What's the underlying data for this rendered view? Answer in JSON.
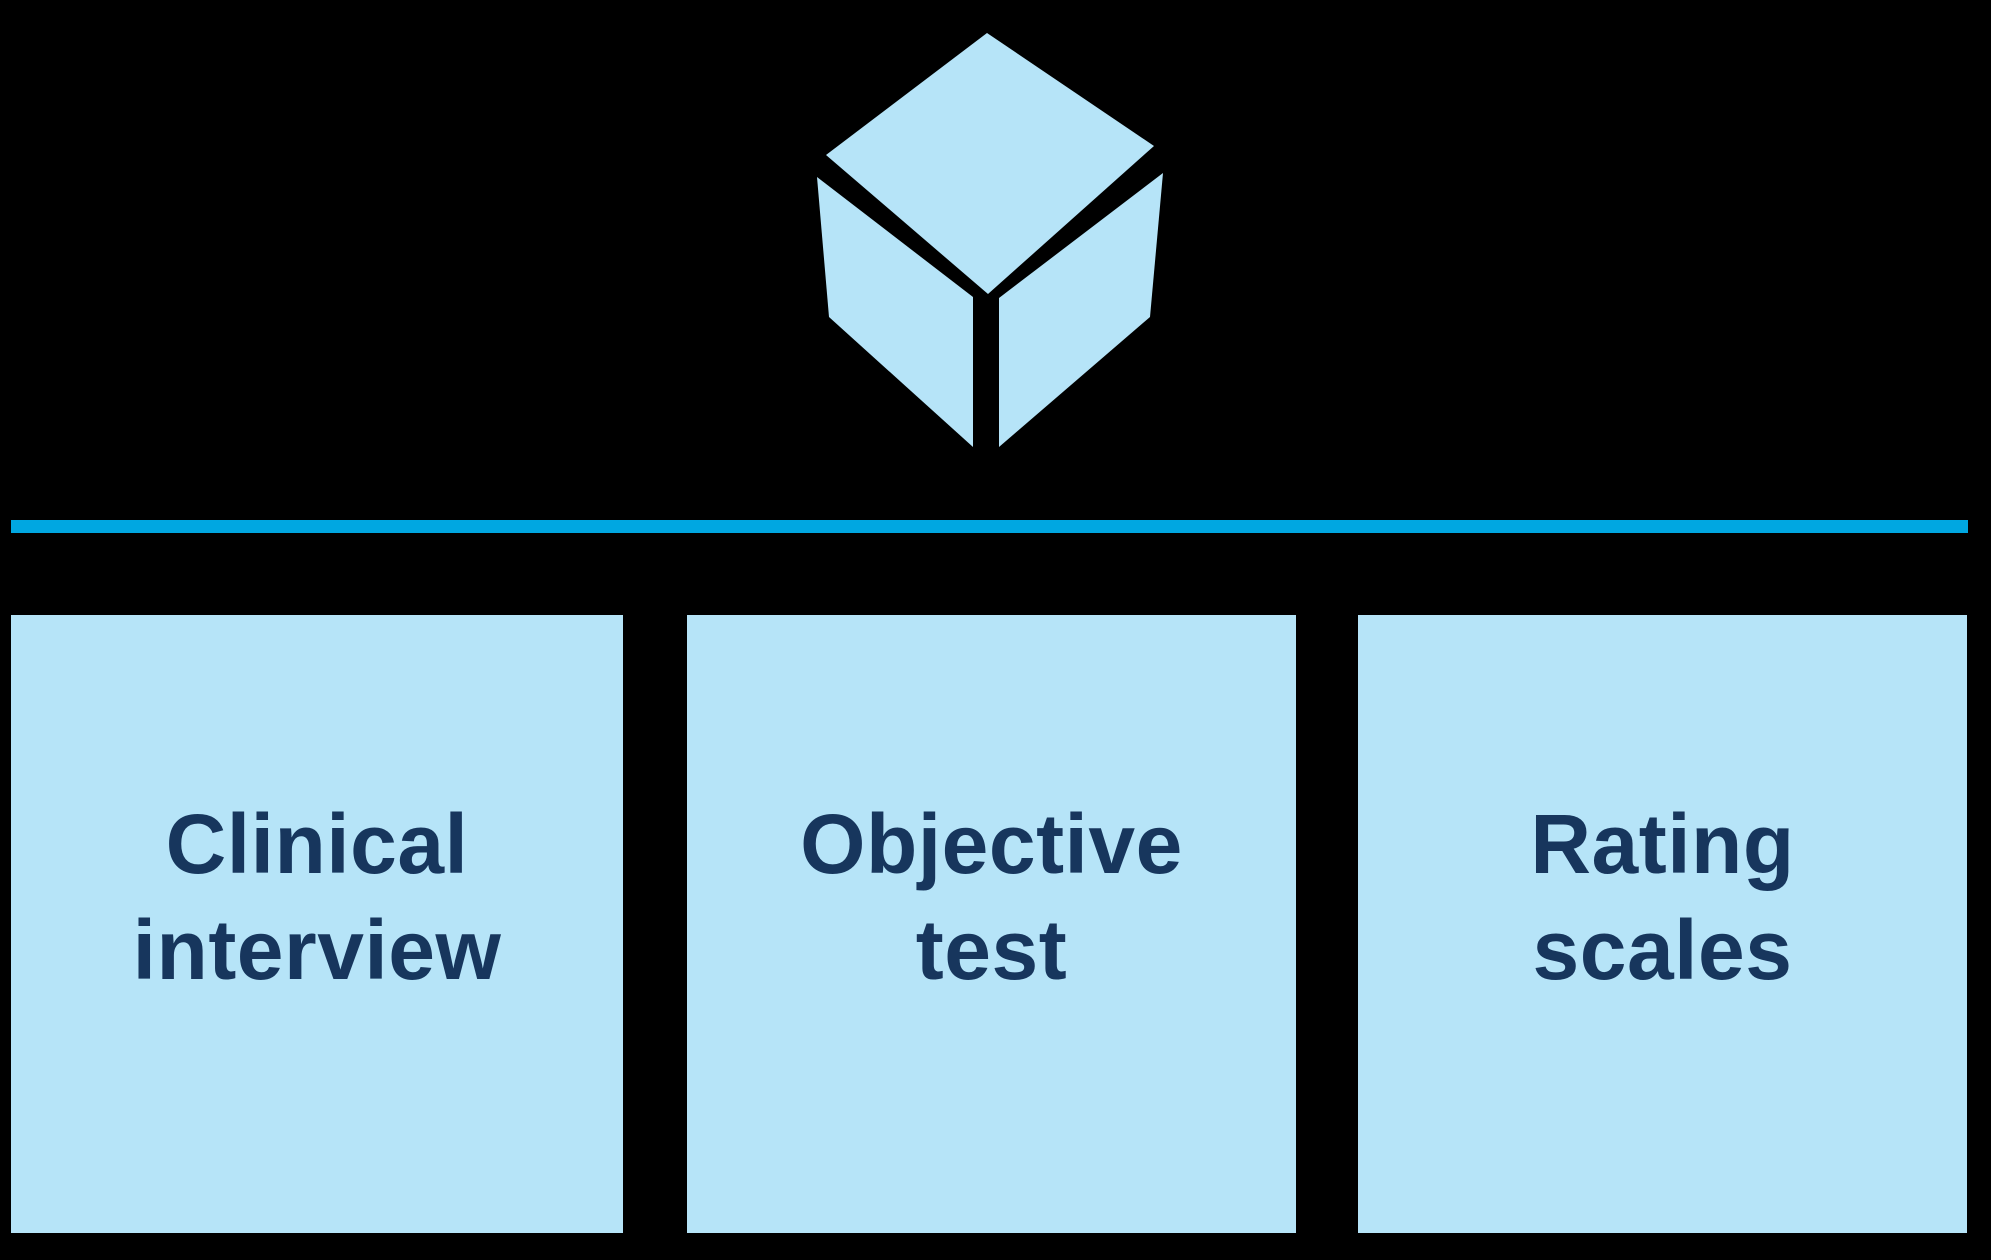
{
  "colors": {
    "background": "#000000",
    "card_fill": "#B6E4F8",
    "divider": "#00A7E1",
    "text_navy": "#17365D"
  },
  "header": {
    "icon": "cube-icon"
  },
  "cards": [
    {
      "id": "clinical-interview",
      "line1": "Clinical",
      "line2": "interview"
    },
    {
      "id": "objective-test",
      "line1": "Objective",
      "line2": "test"
    },
    {
      "id": "rating-scales",
      "line1": "Rating",
      "line2": "scales"
    }
  ]
}
